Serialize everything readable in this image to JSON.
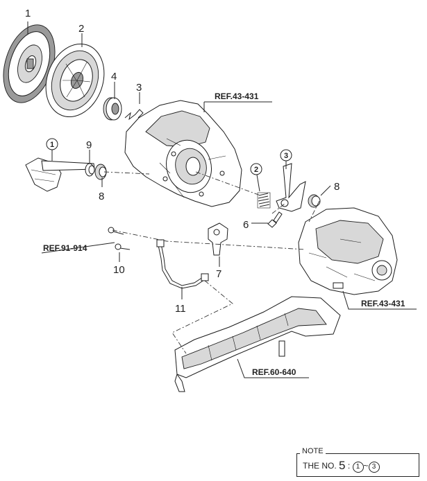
{
  "callouts": {
    "p1": "1",
    "p2": "2",
    "p3": "3",
    "p4": "4",
    "p5a": "1",
    "p5b": "2",
    "p5c": "3",
    "p6": "6",
    "p7": "7",
    "p8a": "8",
    "p8b": "8",
    "p9": "9",
    "p10": "10",
    "p11": "11"
  },
  "references": {
    "ref_top": "REF.43-431",
    "ref_left": "REF.91-914",
    "ref_right": "REF.43-431",
    "ref_bottom": "REF.60-640"
  },
  "note": {
    "title": "NOTE",
    "prefix": "THE NO.",
    "number": "5",
    "colon": ":",
    "from": "1",
    "tilde": "~",
    "to": "3"
  }
}
